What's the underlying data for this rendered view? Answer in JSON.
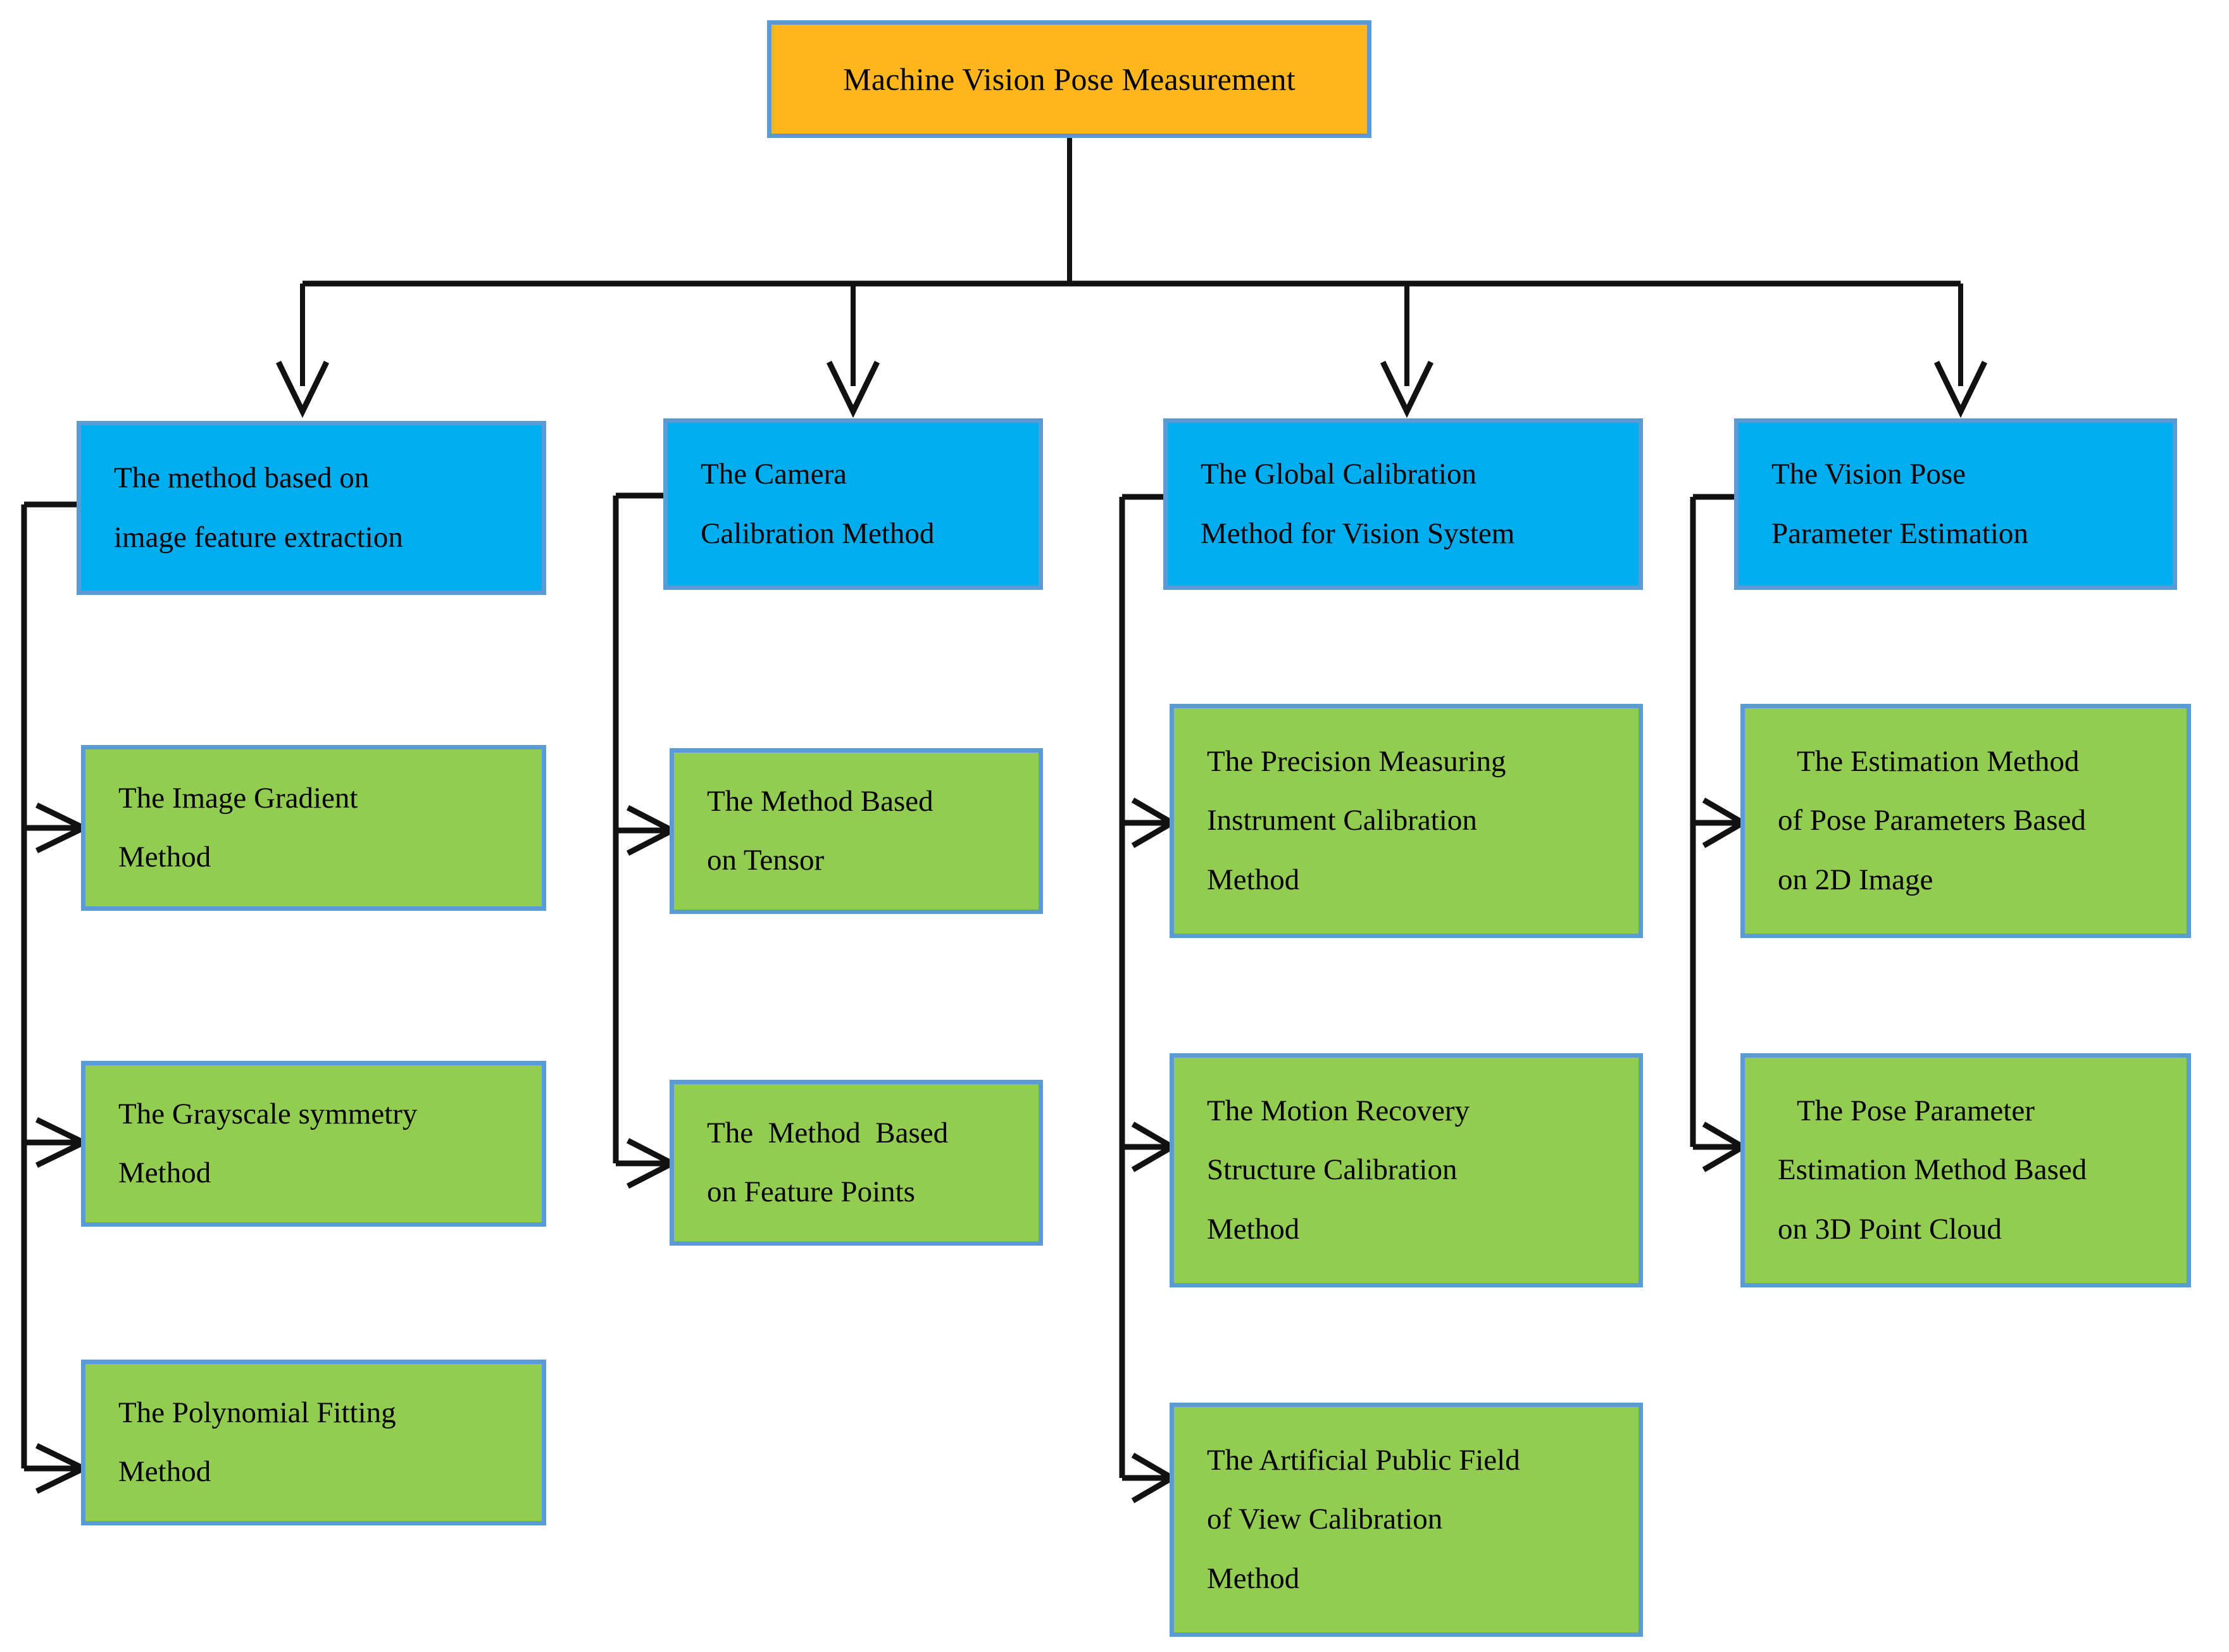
{
  "diagram": {
    "title": "Machine Vision Pose Measurement",
    "root": {
      "label": "Machine Vision Pose Measurement",
      "fill": "#FFB71B",
      "border": "#5B9BD5"
    },
    "palette": {
      "root_fill": "#FFB71B",
      "branch_fill": "#00AEEF",
      "leaf_fill": "#92CC50",
      "box_border": "#5B9BD5",
      "connector": "#111111",
      "text": "#000000",
      "background": "#FFFFFF"
    },
    "branches": [
      {
        "id": "branch-1",
        "lines": [
          "The method based on",
          "image feature extraction"
        ],
        "children": [
          {
            "id": "leaf-1-1",
            "lines": [
              "The Image Gradient",
              "Method"
            ]
          },
          {
            "id": "leaf-1-2",
            "lines": [
              "The Grayscale symmetry",
              "Method"
            ]
          },
          {
            "id": "leaf-1-3",
            "lines": [
              "The Polynomial Fitting",
              "Method"
            ]
          }
        ]
      },
      {
        "id": "branch-2",
        "lines": [
          "The Camera",
          "Calibration Method"
        ],
        "children": [
          {
            "id": "leaf-2-1",
            "lines": [
              "The Method Based",
              "on Tensor"
            ]
          },
          {
            "id": "leaf-2-2",
            "lines": [
              "The  Method  Based",
              "on Feature Points"
            ]
          }
        ]
      },
      {
        "id": "branch-3",
        "lines": [
          "The Global Calibration",
          "Method for Vision System"
        ],
        "children": [
          {
            "id": "leaf-3-1",
            "lines": [
              "The Precision Measuring",
              "Instrument Calibration",
              "Method"
            ]
          },
          {
            "id": "leaf-3-2",
            "lines": [
              "The Motion Recovery",
              "Structure Calibration",
              "Method"
            ]
          },
          {
            "id": "leaf-3-3",
            "lines": [
              "The Artificial Public Field",
              "of View Calibration",
              "Method"
            ]
          }
        ]
      },
      {
        "id": "branch-4",
        "lines": [
          "The Vision Pose",
          "Parameter Estimation"
        ],
        "children": [
          {
            "id": "leaf-4-1",
            "lines": [
              "The Estimation Method",
              "of Pose Parameters Based",
              "on 2D Image"
            ]
          },
          {
            "id": "leaf-4-2",
            "lines": [
              "The Pose Parameter",
              "Estimation Method Based",
              "on 3D Point Cloud"
            ]
          }
        ]
      }
    ]
  }
}
